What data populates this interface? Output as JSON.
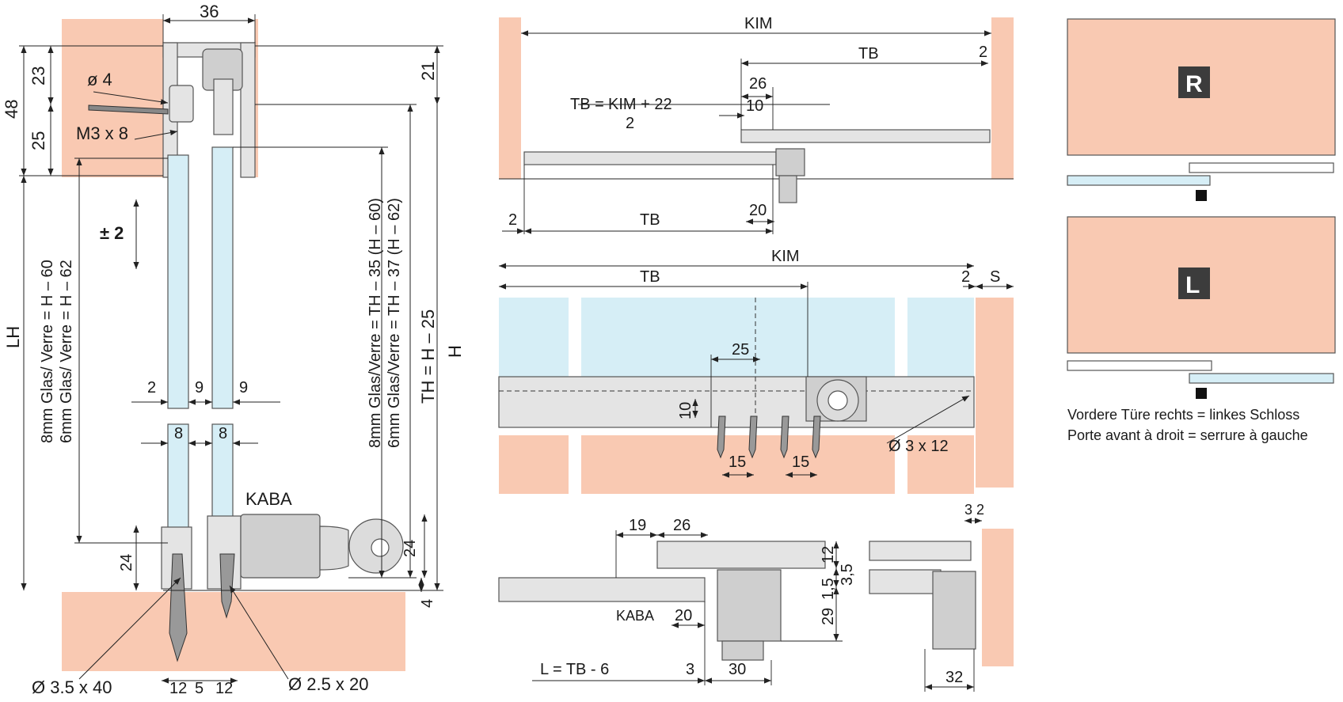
{
  "section": {
    "top_width": "36",
    "dim_23": "23",
    "dim_48": "48",
    "dim_25": "25",
    "dim_21": "21",
    "dia_4": "ø 4",
    "screw_m3": "M3 x 8",
    "tolerance": "± 2",
    "lh": "LH",
    "glass_8mm_left": "8mm Glas/ Verre = H – 60",
    "glass_6mm_left": "6mm Glas/ Verre = H – 62",
    "glass_8mm_right": "8mm Glas/Verre = TH – 35  (H – 60)",
    "glass_6mm_right": "6mm Glas/Verre = TH – 37  (H – 62)",
    "th": "TH = H – 25",
    "h": "H",
    "dim_2": "2",
    "dim_9a": "9",
    "dim_9b": "9",
    "dim_8a": "8",
    "dim_8b": "8",
    "kaba": "KABA",
    "dim_24a": "24",
    "dim_24b": "24",
    "dim_4": "4",
    "screw_left": "Ø 3.5 x 40",
    "screw_right": "Ø 2.5 x 20",
    "bottom_12a": "12",
    "bottom_5": "5",
    "bottom_12b": "12"
  },
  "top_view": {
    "kim": "KIM",
    "tb_top": "TB",
    "dim_2_top": "2",
    "formula_lhs": "TB =",
    "formula_num": "KIM + 22",
    "formula_den": "2",
    "dim_26": "26",
    "dim_10": "10",
    "dim_20": "20",
    "dim_2_bottom": "2",
    "tb_bottom": "TB"
  },
  "front_view": {
    "kim": "KIM",
    "tb": "TB",
    "dim_2": "2",
    "s": "S",
    "dim_25": "25",
    "dim_10": "10",
    "dim_15a": "15",
    "dim_15b": "15",
    "screw": "Ø  3 x 12"
  },
  "detail": {
    "dim_19": "19",
    "dim_26": "26",
    "dim_12": "12",
    "dim_3_5": "3,5",
    "dim_29_1_5": "29",
    "dim_1_5": "1,5",
    "kaba": "KABA",
    "dim_20": "20",
    "l_formula": "L = TB - 6",
    "dim_3": "3",
    "dim_30": "30",
    "dim_32": "32",
    "dim_3_2": "3 2"
  },
  "legend": {
    "r_label": "R",
    "l_label": "L",
    "line1": "Vordere Türe rechts = linkes Schloss",
    "line2": "Porte avant à droit = serrure à gauche"
  },
  "colors": {
    "wood": "#f9c9b2",
    "glass": "#d6eef6",
    "metal": "#e4e4e4",
    "label_box": "#3c3c3c"
  }
}
